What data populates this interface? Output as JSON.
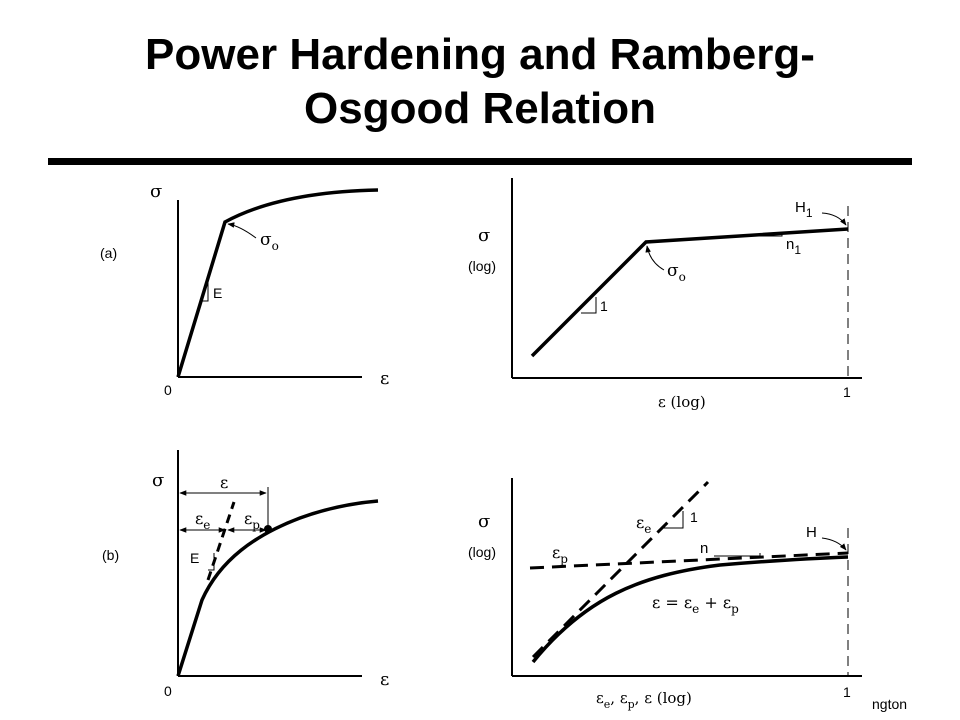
{
  "title": {
    "line1": "Power Hardening and Ramberg-",
    "line2": "Osgood Relation"
  },
  "credit": "ngton",
  "colors": {
    "ink": "#000000",
    "background": "#ffffff"
  },
  "panel_a": {
    "label": "(a)",
    "y_axis": "σ",
    "x_axis": "ε",
    "origin": "0",
    "yield_label": "σ",
    "yield_sub": "o",
    "slope_label": "E"
  },
  "panel_a_log": {
    "y_axis": "σ",
    "y_axis_scale": "(log)",
    "x_axis": "ε  (log)",
    "x_tick": "1",
    "yield_label": "σ",
    "yield_sub": "o",
    "elastic_slope": "1",
    "hardening_coeff": "H",
    "hardening_coeff_sub": "1",
    "hardening_exp": "n",
    "hardening_exp_sub": "1"
  },
  "panel_b": {
    "label": "(b)",
    "y_axis": "σ",
    "x_axis": "ε",
    "origin": "0",
    "total_strain": "ε",
    "elastic_strain": "ε",
    "elastic_sub": "e",
    "plastic_strain": "ε",
    "plastic_sub": "p",
    "slope_label": "E"
  },
  "panel_b_log": {
    "y_axis": "σ",
    "y_axis_scale": "(log)",
    "x_axis_label": "ε",
    "x_axis_sub1": "e",
    "x_axis_sep1": ", ε",
    "x_axis_sub2": "p",
    "x_axis_tail": ", ε  (log)",
    "x_tick": "1",
    "elastic_line": "ε",
    "elastic_sub": "e",
    "elastic_slope": "1",
    "plastic_line": "ε",
    "plastic_sub": "p",
    "hardening_exp": "n",
    "hardening_coeff": "H",
    "sum_eq1": "ε = ε",
    "sum_sub1": "e",
    "sum_eq2": " + ε",
    "sum_sub2": "p"
  }
}
